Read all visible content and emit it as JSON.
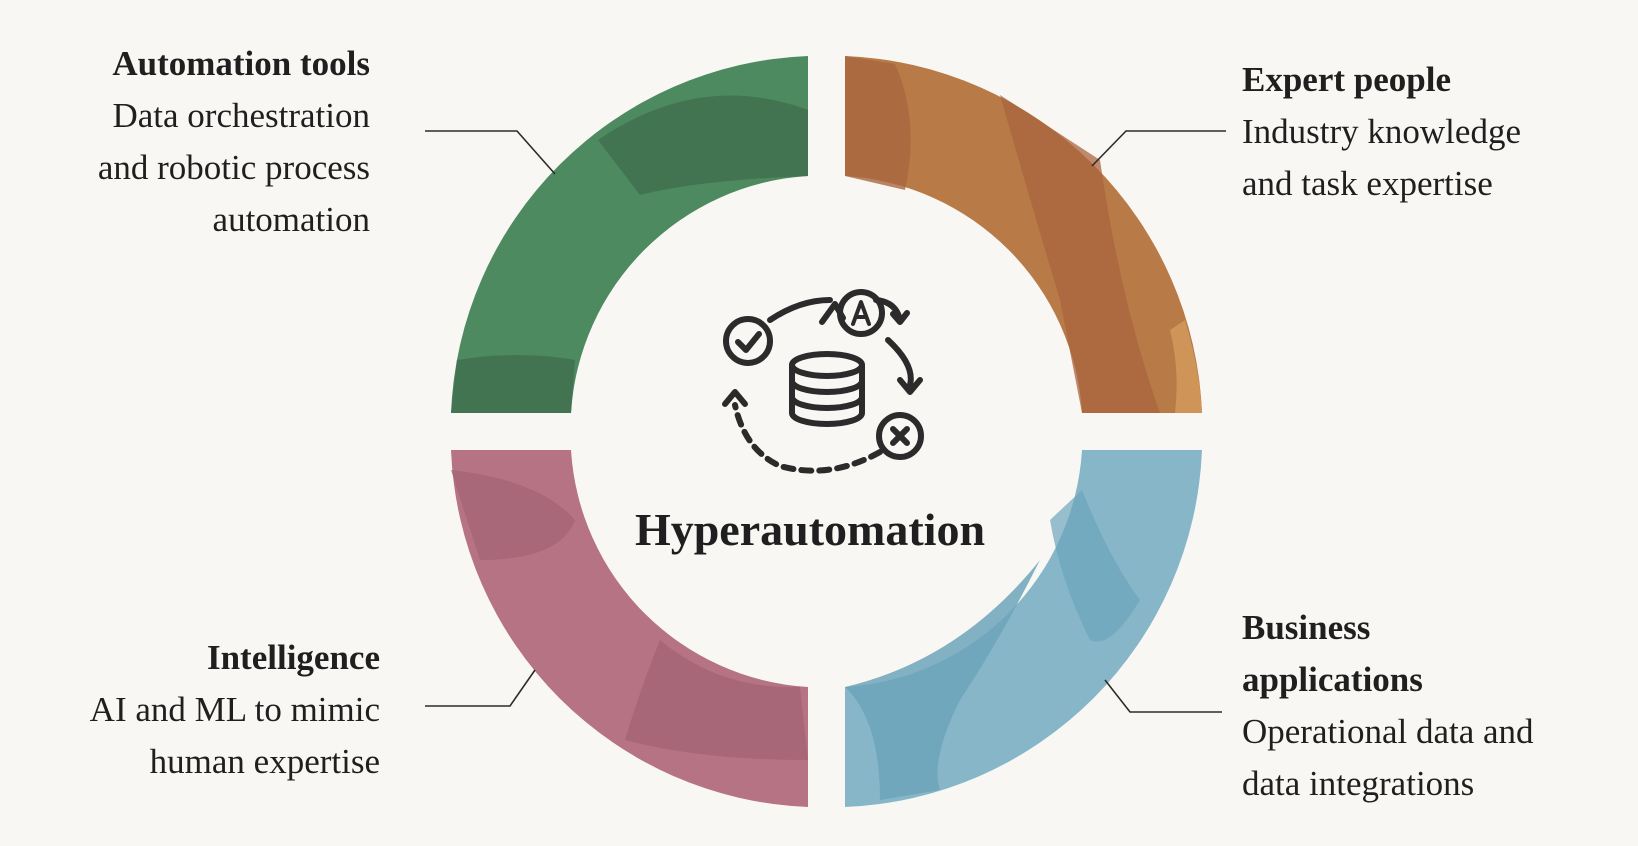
{
  "center": {
    "title": "Hyperautomation",
    "icon": "data-automation-cycle-icon"
  },
  "quadrants": [
    {
      "key": "top-left",
      "title": "Automation tools",
      "description": "Data orchestration\nand robotic process\nautomation",
      "color": "#4e8a5f",
      "shade": "#417050"
    },
    {
      "key": "top-right",
      "title": "Expert people",
      "description": "Industry knowledge\nand task expertise",
      "color": "#b87a47",
      "shade": "#a9663e"
    },
    {
      "key": "bottom-left",
      "title": "Intelligence",
      "description": "AI and ML to mimic\nhuman expertise",
      "color": "#b57384",
      "shade": "#a46476"
    },
    {
      "key": "bottom-right",
      "title": "Business\napplications",
      "description": "Operational data and\ndata integrations",
      "color": "#86b6c8",
      "shade": "#6ca5ba"
    }
  ]
}
